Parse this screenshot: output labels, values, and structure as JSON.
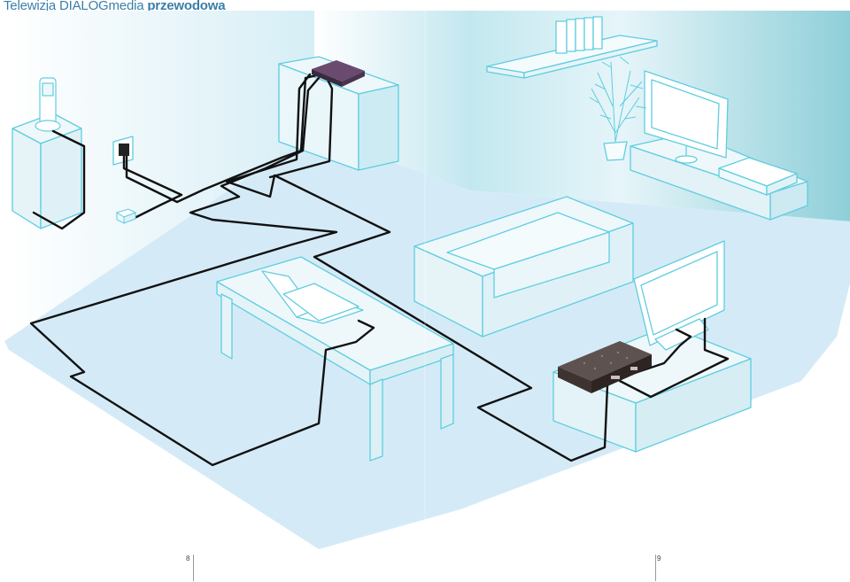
{
  "title": {
    "regular": "Telewizja DIALOGmedia ",
    "bold": "przewodowa"
  },
  "page_numbers": {
    "left": "8",
    "right": "9"
  },
  "colors": {
    "wall_light": "#e9f5fa",
    "wall_dark": "#8fd0dc",
    "floor": "#d4ebf7",
    "outline": "#5fcde0",
    "cable": "#111111",
    "device_dark": "#4b3f3c",
    "title": "#3a7fa8"
  }
}
